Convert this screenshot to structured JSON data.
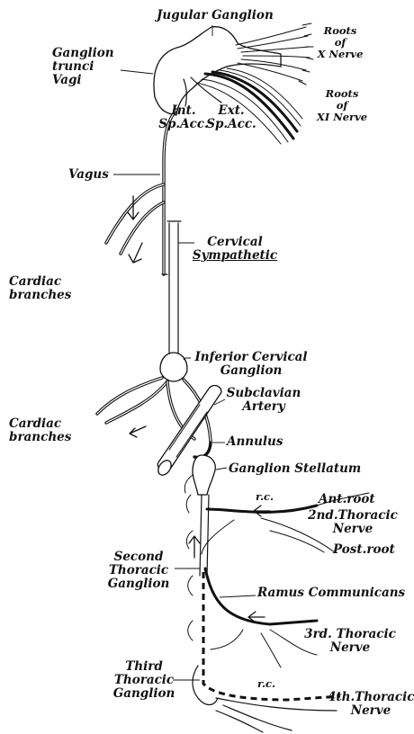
{
  "labels": {
    "jugular_ganglion": "Jugular Ganglion",
    "ganglion_trunci_vagi": [
      "Ganglion",
      "trunci",
      "Vagi"
    ],
    "roots_x_nerve": [
      "Roots",
      "of",
      "X Nerve"
    ],
    "roots_xi_nerve": [
      "Roots",
      "of",
      "XI Nerve"
    ],
    "int_sp_acc": [
      "Int.",
      "Sp.Acc."
    ],
    "ext_sp_acc": [
      "Ext.",
      "Sp.Acc."
    ],
    "vagus": "Vagus",
    "cervical_sympathetic": [
      "Cervical",
      "Sympathetic"
    ],
    "cardiac_branches_upper": [
      "Cardiac",
      "branches"
    ],
    "inferior_cervical_ganglion": [
      "Inferior Cervical",
      "Ganglion"
    ],
    "subclavian_artery": [
      "Subclavian",
      "Artery"
    ],
    "cardiac_branches_lower": [
      "Cardiac",
      "branches"
    ],
    "annulus": "Annulus",
    "ganglion_stellatum": "Ganglion Stellatum",
    "rc_upper": "r.c.",
    "ant_root": "Ant.root",
    "second_thoracic_nerve": [
      "2nd.Thoracic",
      "Nerve"
    ],
    "post_root": "Post.root",
    "second_thoracic_ganglion": [
      "Second",
      "Thoracic",
      "Ganglion"
    ],
    "ramus_communicans": "Ramus Communicans",
    "third_thoracic_nerve": [
      "3rd. Thoracic",
      "Nerve"
    ],
    "third_thoracic_ganglion": [
      "Third",
      "Thoracic",
      "Ganglion"
    ],
    "rc_lower": "r.c.",
    "fourth_thoracic_nerve": [
      "4th.Thoracic",
      "Nerve"
    ]
  }
}
